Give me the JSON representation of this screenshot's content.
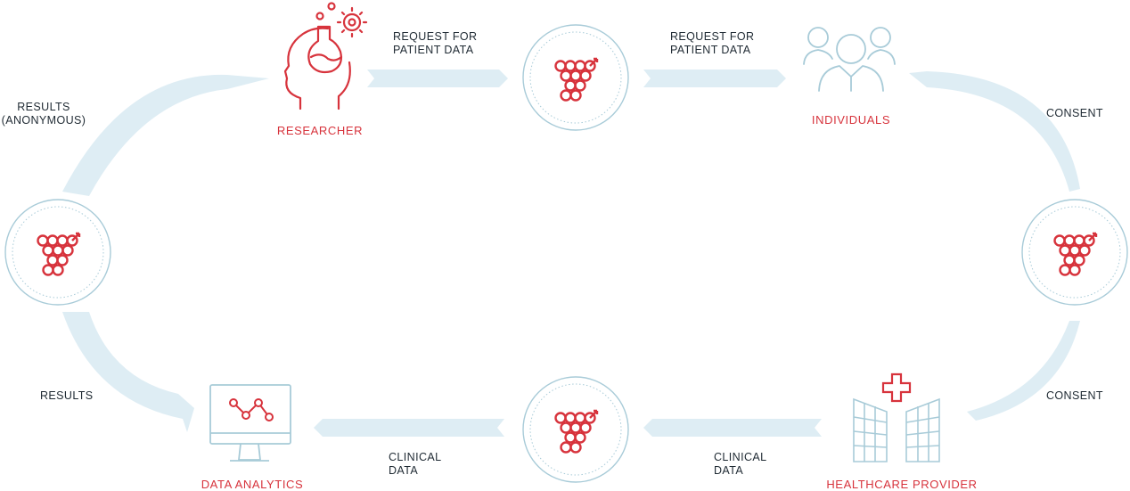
{
  "colors": {
    "accent": "#d7333c",
    "arrow": "#deedf4",
    "line": "#a8cbd8"
  },
  "nodes": {
    "researcher": {
      "title": "RESEARCHER",
      "icon": "researcher-head-flask-gear-icon"
    },
    "individuals": {
      "title": "INDIVIDUALS",
      "icon": "people-group-icon"
    },
    "healthcare_provider": {
      "title": "HEALTHCARE PROVIDER",
      "icon": "hospital-building-icon"
    },
    "data_analytics": {
      "title": "DATA ANALYTICS",
      "icon": "analytics-monitor-icon"
    },
    "hubs_icon": "blockchain-network-hub-icon"
  },
  "flows": {
    "request_1": [
      "REQUEST FOR",
      "PATIENT DATA"
    ],
    "request_2": [
      "REQUEST FOR",
      "PATIENT DATA"
    ],
    "consent_top": [
      "CONSENT"
    ],
    "consent_bottom": [
      "CONSENT"
    ],
    "clinical_right": [
      "CLINICAL",
      "DATA"
    ],
    "clinical_left": [
      "CLINICAL",
      "DATA"
    ],
    "results": [
      "RESULTS"
    ],
    "results_anonymous": [
      "RESULTS",
      "(ANONYMOUS)"
    ]
  }
}
